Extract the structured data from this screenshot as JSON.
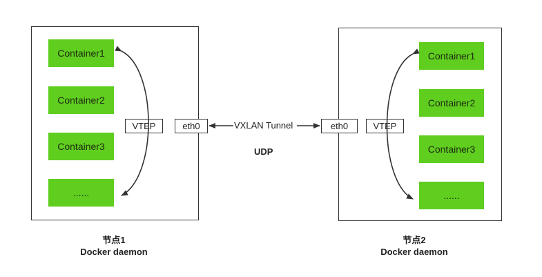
{
  "node1": {
    "containers": [
      "Container1",
      "Container2",
      "Container3",
      "......"
    ],
    "vtep": "VTEP",
    "eth": "eth0",
    "caption_line1": "节点1",
    "caption_line2": "Docker daemon"
  },
  "node2": {
    "containers": [
      "Container1",
      "Container2",
      "Container3",
      "......"
    ],
    "vtep": "VTEP",
    "eth": "eth0",
    "caption_line1": "节点2",
    "caption_line2": "Docker daemon"
  },
  "tunnel_label": "VXLAN Tunnel",
  "protocol_label": "UDP",
  "colors": {
    "container_fill": "#5fce1f",
    "stroke": "#333333"
  }
}
